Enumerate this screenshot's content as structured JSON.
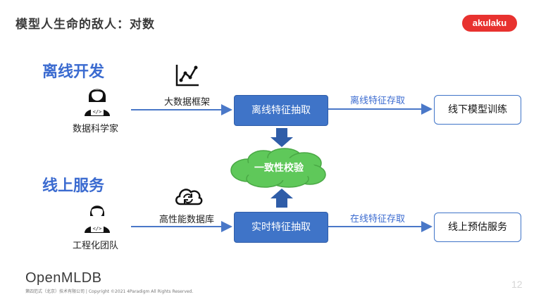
{
  "header": {
    "title": "模型人生命的敌人：对数",
    "brand_logo": "akulaku",
    "brand_color": "#e8322f"
  },
  "sections": {
    "offline_title": "离线开发",
    "online_title": "线上服务"
  },
  "people": {
    "offline": "数据科学家",
    "online": "工程化团队"
  },
  "systems": {
    "offline": "大数据框架",
    "online": "高性能数据库"
  },
  "process": {
    "offline_extract": "离线特征抽取",
    "realtime_extract": "实时特征抽取",
    "consistency_check": "一致性校验",
    "offline_store": "离线特征存取",
    "online_store": "在线特征存取",
    "offline_training": "线下模型训练",
    "online_serving": "线上预估服务"
  },
  "footer": {
    "logo": "OpenMLDB",
    "copyright": "第四范式（北京）技术有限公司 | Copyright ©2021 4Paradigm All Rights Reserved.",
    "page_number": "12"
  },
  "colors": {
    "accent_blue": "#3f74c8",
    "section_blue": "#3b6bd0",
    "cloud_green": "#5fc85a"
  },
  "icons": {
    "data_scientist": "person-coder-icon",
    "engineering_team": "person-coder-icon",
    "big_data": "line-chart-icon",
    "database": "cloud-sync-icon"
  }
}
